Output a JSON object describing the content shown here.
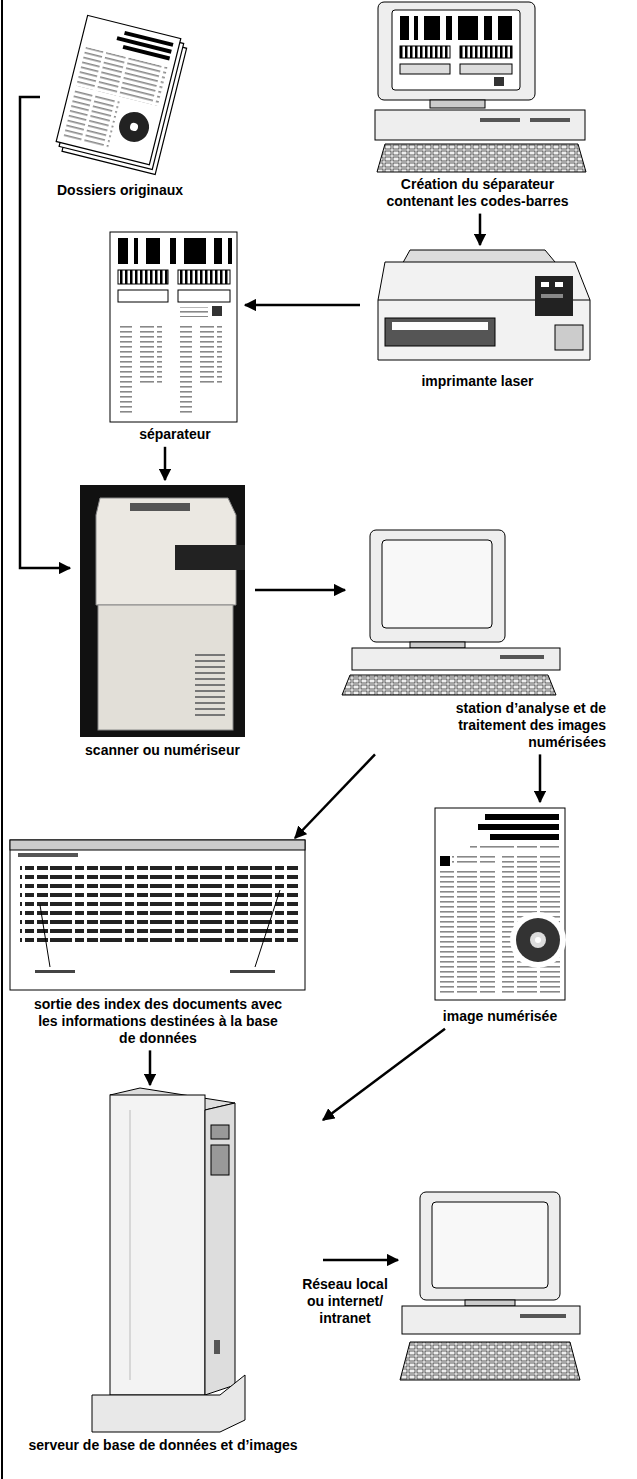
{
  "diagram": {
    "nodes": [
      {
        "text": [
          "Dossiers originaux"
        ]
      },
      {
        "text": [
          "Création du séparateur contenant les codes-barres"
        ]
      },
      {
        "text": [
          "séparateur"
        ]
      },
      {
        "text": [
          "imprimante laser"
        ]
      },
      {
        "text": [
          "scanner ou numériseur"
        ]
      },
      {
        "text": [
          "station d’analyse et de traitement des images numérisées"
        ]
      },
      {
        "text": [
          "sortie des index des documents avec les informations destinées à la base de données"
        ]
      },
      {
        "text": [
          "image numérisée"
        ]
      },
      {
        "text": [
          "serveur de base de données et d’images"
        ]
      },
      {
        "text": []
      }
    ],
    "edges": [
      {
        "from": 1,
        "to": 3,
        "arrow": "to"
      },
      {
        "from": 3,
        "to": 2,
        "arrow": "to"
      },
      {
        "from": 2,
        "to": 4,
        "arrow": "to"
      },
      {
        "from": 0,
        "to": 4,
        "arrow": "to"
      },
      {
        "from": 4,
        "to": 5,
        "arrow": "to"
      },
      {
        "from": 5,
        "to": 6,
        "arrow": "to"
      },
      {
        "from": 5,
        "to": 7,
        "arrow": "to"
      },
      {
        "from": 6,
        "to": 8,
        "arrow": "to"
      },
      {
        "from": 7,
        "to": 8,
        "arrow": "to"
      },
      {
        "from": 8,
        "to": 9,
        "label": "Réseau local ou internet/ intranet",
        "arrow": "to"
      }
    ]
  }
}
